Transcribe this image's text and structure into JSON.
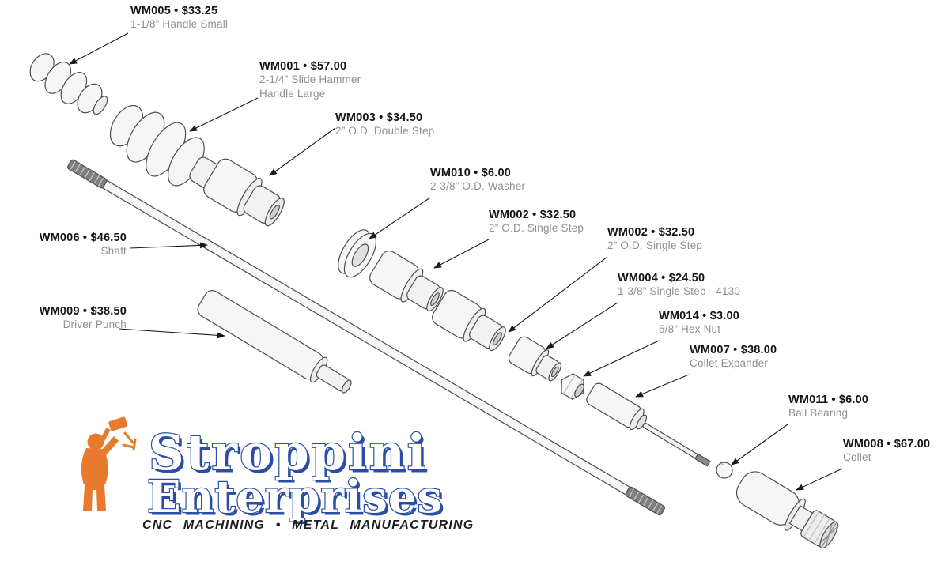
{
  "callouts": [
    {
      "code": "WM005 • $33.25",
      "desc": "1-1/8” Handle Small"
    },
    {
      "code": "WM001 • $57.00",
      "desc": "2-1/4” Slide Hammer Handle Large"
    },
    {
      "code": "WM003 • $34.50",
      "desc": "2” O.D. Double Step"
    },
    {
      "code": "WM010 • $6.00",
      "desc": "2-3/8” O.D. Washer"
    },
    {
      "code": "WM002 • $32.50",
      "desc": "2” O.D. Single Step"
    },
    {
      "code": "WM002 • $32.50",
      "desc": "2” O.D. Single Step"
    },
    {
      "code": "WM004 • $24.50",
      "desc": "1-3/8” Single Step - 4130"
    },
    {
      "code": "WM014 • $3.00",
      "desc": "5/8” Hex Nut"
    },
    {
      "code": "WM007 • $38.00",
      "desc": "Collet Expander"
    },
    {
      "code": "WM011 • $6.00",
      "desc": "Ball Bearing"
    },
    {
      "code": "WM008 • $67.00",
      "desc": "Collet"
    },
    {
      "code": "WM006 • $46.50",
      "desc": "Shaft"
    },
    {
      "code": "WM009 • $38.50",
      "desc": "Driver Punch"
    }
  ],
  "logo": {
    "name_line1": "Stroppini",
    "name_line2": "Enterprises",
    "tagline": "CNC MACHINING • METAL MANUFACTURING",
    "colors": {
      "blue": "#2b4ea3",
      "orange": "#e87a2e"
    }
  }
}
